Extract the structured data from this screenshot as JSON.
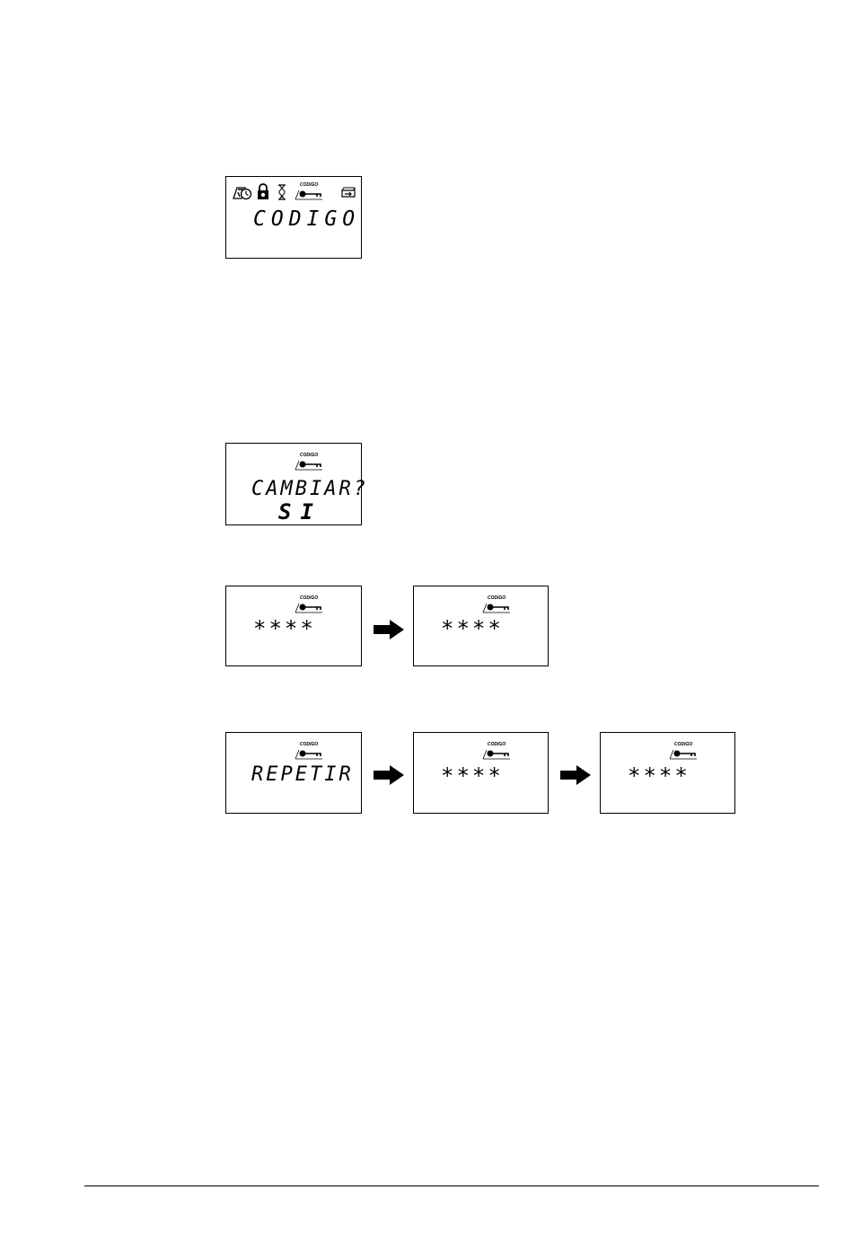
{
  "screens": {
    "codigo": {
      "text": "CODIGO"
    },
    "cambiar": {
      "text": "CAMBIAR?",
      "answer": "SI"
    },
    "new_code_1": {
      "text": "****"
    },
    "new_code_2": {
      "text": "****"
    },
    "repetir": {
      "text": "REPETIR"
    },
    "repeat_code_1": {
      "text": "****"
    },
    "repeat_code_2": {
      "text": "****"
    }
  },
  "icons": {
    "key_label": "CODIGO",
    "status_icons": [
      "calendar-clock-icon",
      "padlock-icon",
      "hourglass-icon",
      "key-icon",
      "battery-icon"
    ],
    "flow_arrow": "right-arrow-icon"
  }
}
